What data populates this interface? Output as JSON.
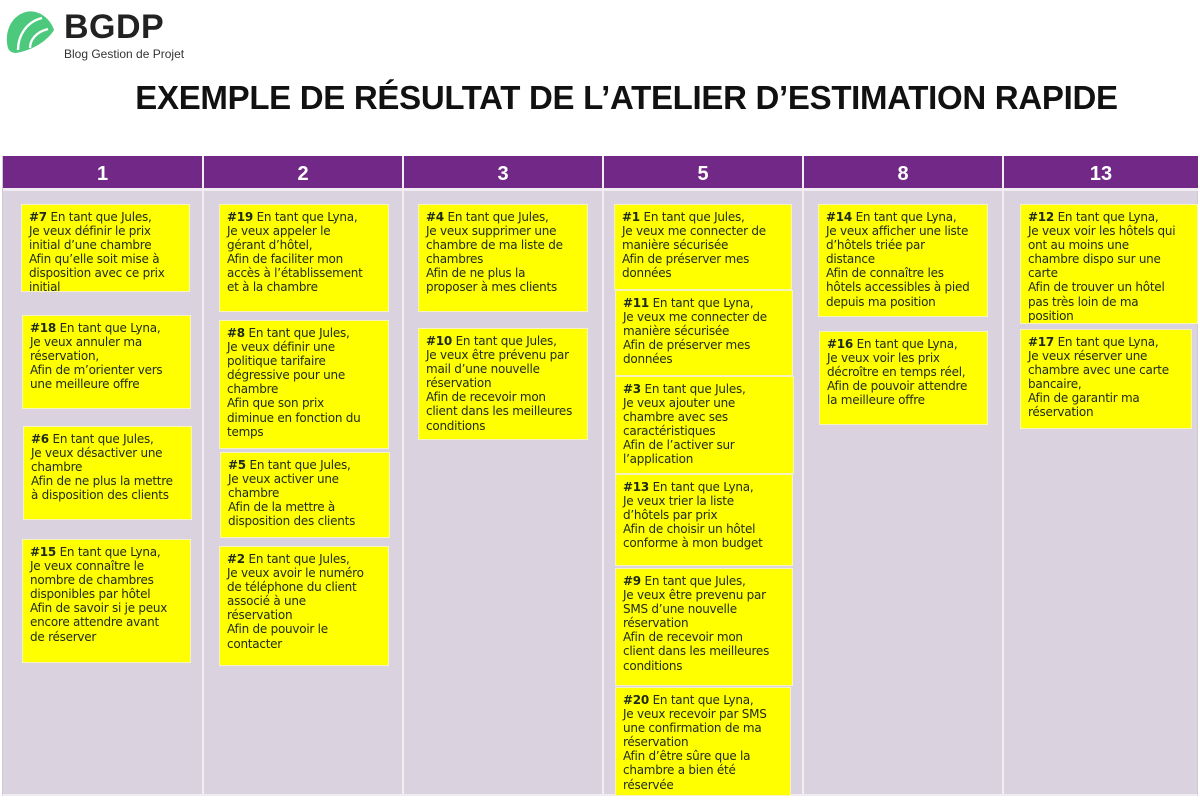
{
  "brand": {
    "name": "BGDP",
    "subtitle": "Blog Gestion de Projet",
    "color": "#4dc97d"
  },
  "title": "EXEMPLE DE RÉSULTAT DE L’ATELIER D’ESTIMATION RAPIDE",
  "colors": {
    "header": "#722886",
    "board": "#dad2de",
    "card": "#ffff00"
  },
  "columns": [
    {
      "label": "1",
      "cards": [
        {
          "id": "#7",
          "lines": [
            "En tant que Jules,",
            "Je veux définir le prix",
            "initial d’une chambre",
            "Afin qu’elle soit mise à",
            "disposition avec ce prix",
            "initial"
          ]
        },
        {
          "id": "#18",
          "lines": [
            "En tant que Lyna,",
            "Je veux annuler ma",
            "réservation,",
            "Afin de m’orienter vers",
            "une meilleure offre"
          ]
        },
        {
          "id": "#6",
          "lines": [
            "En tant que Jules,",
            "Je veux désactiver une",
            "chambre",
            "Afin de ne plus la mettre",
            "à disposition des clients"
          ]
        },
        {
          "id": "#15",
          "lines": [
            "En tant que Lyna,",
            "Je veux connaître le",
            "nombre de chambres",
            "disponibles par hôtel",
            "Afin de savoir si je peux",
            "encore attendre avant",
            "de réserver"
          ]
        }
      ]
    },
    {
      "label": "2",
      "cards": [
        {
          "id": "#19",
          "lines": [
            "En tant que Lyna,",
            "Je veux appeler le",
            "gérant d’hôtel,",
            "Afin de faciliter mon",
            "accès à l’établissement",
            "et à la chambre"
          ]
        },
        {
          "id": "#8",
          "lines": [
            "En tant que Jules,",
            "Je veux définir une",
            "politique tarifaire",
            "dégressive pour une",
            "chambre",
            "Afin que son prix",
            "diminue en fonction du",
            "temps"
          ]
        },
        {
          "id": "#5",
          "lines": [
            "En tant que Jules,",
            "Je veux activer une",
            "chambre",
            "Afin de la mettre à",
            "disposition des clients"
          ]
        },
        {
          "id": "#2",
          "lines": [
            "En tant que Jules,",
            "Je veux avoir le numéro",
            "de téléphone du client",
            "associé à une",
            "réservation",
            "Afin de pouvoir le",
            "contacter"
          ]
        }
      ]
    },
    {
      "label": "3",
      "cards": [
        {
          "id": "#4",
          "lines": [
            "En tant que Jules,",
            "Je veux supprimer une",
            "chambre de ma liste de",
            "chambres",
            "Afin de ne plus la",
            "proposer à mes clients"
          ]
        },
        {
          "id": "#10",
          "lines": [
            "En tant que Jules,",
            "Je veux être prévenu par",
            "mail d’une nouvelle",
            "réservation",
            "Afin de recevoir mon",
            "client dans les meilleures",
            "conditions"
          ]
        }
      ]
    },
    {
      "label": "5",
      "cards": [
        {
          "id": "#1",
          "lines": [
            "En tant que Jules,",
            "Je veux me connecter de",
            "manière sécurisée",
            "Afin de préserver mes",
            "données"
          ]
        },
        {
          "id": "#11",
          "lines": [
            "En tant que Lyna,",
            "Je veux me connecter de",
            "manière sécurisée",
            "Afin de préserver mes",
            "données"
          ]
        },
        {
          "id": "#3",
          "lines": [
            "En tant que Jules,",
            "Je veux ajouter une",
            "chambre avec ses",
            "caractéristiques",
            "Afin de l’activer sur",
            "l’application"
          ]
        },
        {
          "id": "#13",
          "lines": [
            "En tant que Lyna,",
            "Je veux trier la liste",
            "d’hôtels par prix",
            "Afin de choisir un hôtel",
            "conforme à mon budget"
          ]
        },
        {
          "id": "#9",
          "lines": [
            "En tant que Jules,",
            "Je veux être prevenu par",
            "SMS d’une nouvelle",
            "réservation",
            "Afin de recevoir mon",
            "client dans les meilleures",
            "conditions"
          ]
        },
        {
          "id": "#20",
          "lines": [
            "En tant que Lyna,",
            "Je veux recevoir par SMS",
            "une confirmation de ma",
            "réservation",
            "Afin d’être sûre que la",
            "chambre a bien été",
            "réservée"
          ]
        }
      ]
    },
    {
      "label": "8",
      "cards": [
        {
          "id": "#14",
          "lines": [
            "En tant que Lyna,",
            "Je veux afficher une liste",
            "d’hôtels triée par",
            "distance",
            "Afin de connaître les",
            "hôtels accessibles à pied",
            "depuis ma position"
          ]
        },
        {
          "id": "#16",
          "lines": [
            "En tant que Lyna,",
            "Je veux voir les prix",
            "décroître en temps réel,",
            "Afin de pouvoir attendre",
            "la meilleure offre"
          ]
        }
      ]
    },
    {
      "label": "13",
      "cards": [
        {
          "id": "#12",
          "lines": [
            "En tant que Lyna,",
            "Je veux voir les hôtels qui",
            "ont au moins une",
            "chambre dispo sur une",
            "carte",
            "Afin de trouver un hôtel",
            "pas très loin de ma",
            "position"
          ]
        },
        {
          "id": "#17",
          "lines": [
            "En tant que Lyna,",
            "Je veux réserver une",
            "chambre avec une carte",
            "bancaire,",
            "Afin de garantir ma",
            "réservation"
          ]
        }
      ]
    }
  ]
}
